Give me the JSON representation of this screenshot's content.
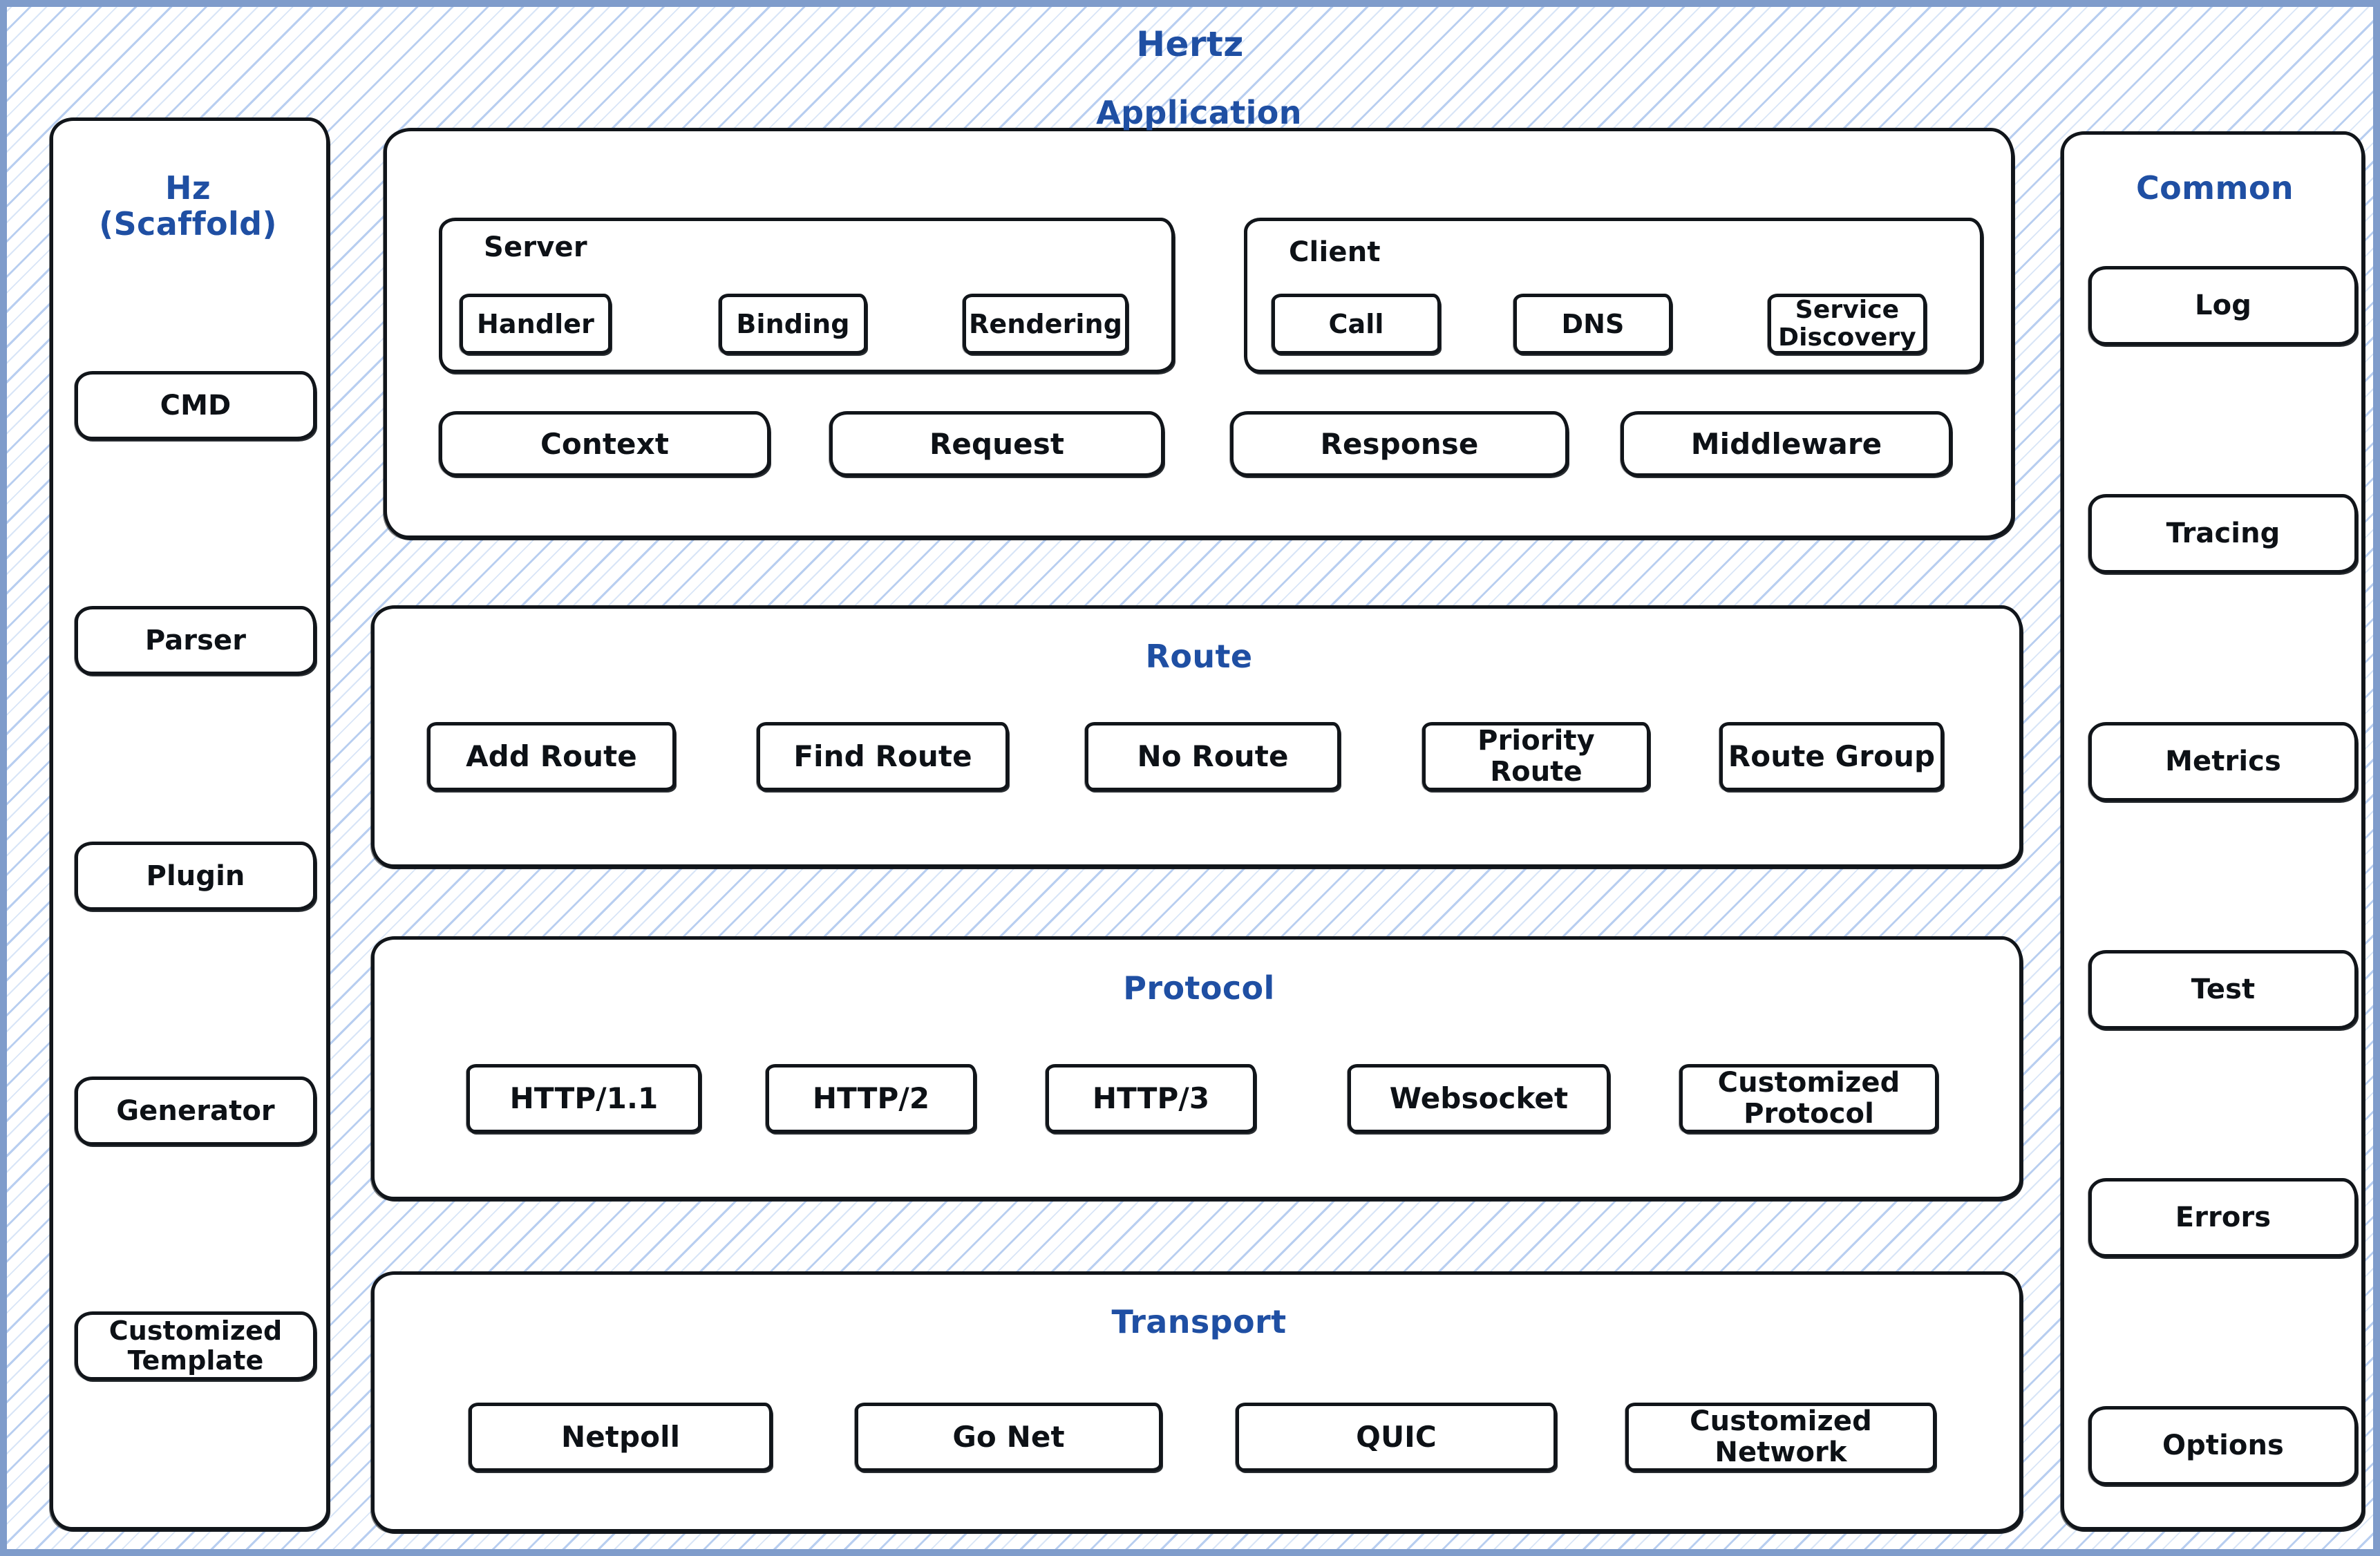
{
  "diagram": {
    "title": "Hertz",
    "accent_color": "#1f4fa3",
    "stroke_color": "#11151a",
    "background_hatch_color": "#a0bee8",
    "frame_border_color": "#7f9ccb"
  },
  "scaffold": {
    "title": "Hz\n(Scaffold)",
    "items": [
      {
        "label": "CMD"
      },
      {
        "label": "Parser"
      },
      {
        "label": "Plugin"
      },
      {
        "label": "Generator"
      },
      {
        "label": "Customized\nTemplate"
      }
    ]
  },
  "application": {
    "title": "Application",
    "server": {
      "label": "Server",
      "items": [
        {
          "label": "Handler"
        },
        {
          "label": "Binding"
        },
        {
          "label": "Rendering"
        }
      ]
    },
    "client": {
      "label": "Client",
      "items": [
        {
          "label": "Call"
        },
        {
          "label": "DNS"
        },
        {
          "label": "Service\nDiscovery"
        }
      ]
    },
    "items": [
      {
        "label": "Context"
      },
      {
        "label": "Request"
      },
      {
        "label": "Response"
      },
      {
        "label": "Middleware"
      }
    ]
  },
  "route": {
    "title": "Route",
    "items": [
      {
        "label": "Add Route"
      },
      {
        "label": "Find Route"
      },
      {
        "label": "No Route"
      },
      {
        "label": "Priority\nRoute"
      },
      {
        "label": "Route Group"
      }
    ]
  },
  "protocol": {
    "title": "Protocol",
    "items": [
      {
        "label": "HTTP/1.1"
      },
      {
        "label": "HTTP/2"
      },
      {
        "label": "HTTP/3"
      },
      {
        "label": "Websocket"
      },
      {
        "label": "Customized\nProtocol"
      }
    ]
  },
  "transport": {
    "title": "Transport",
    "items": [
      {
        "label": "Netpoll"
      },
      {
        "label": "Go Net"
      },
      {
        "label": "QUIC"
      },
      {
        "label": "Customized\nNetwork"
      }
    ]
  },
  "common": {
    "title": "Common",
    "items": [
      {
        "label": "Log"
      },
      {
        "label": "Tracing"
      },
      {
        "label": "Metrics"
      },
      {
        "label": "Test"
      },
      {
        "label": "Errors"
      },
      {
        "label": "Options"
      }
    ]
  }
}
